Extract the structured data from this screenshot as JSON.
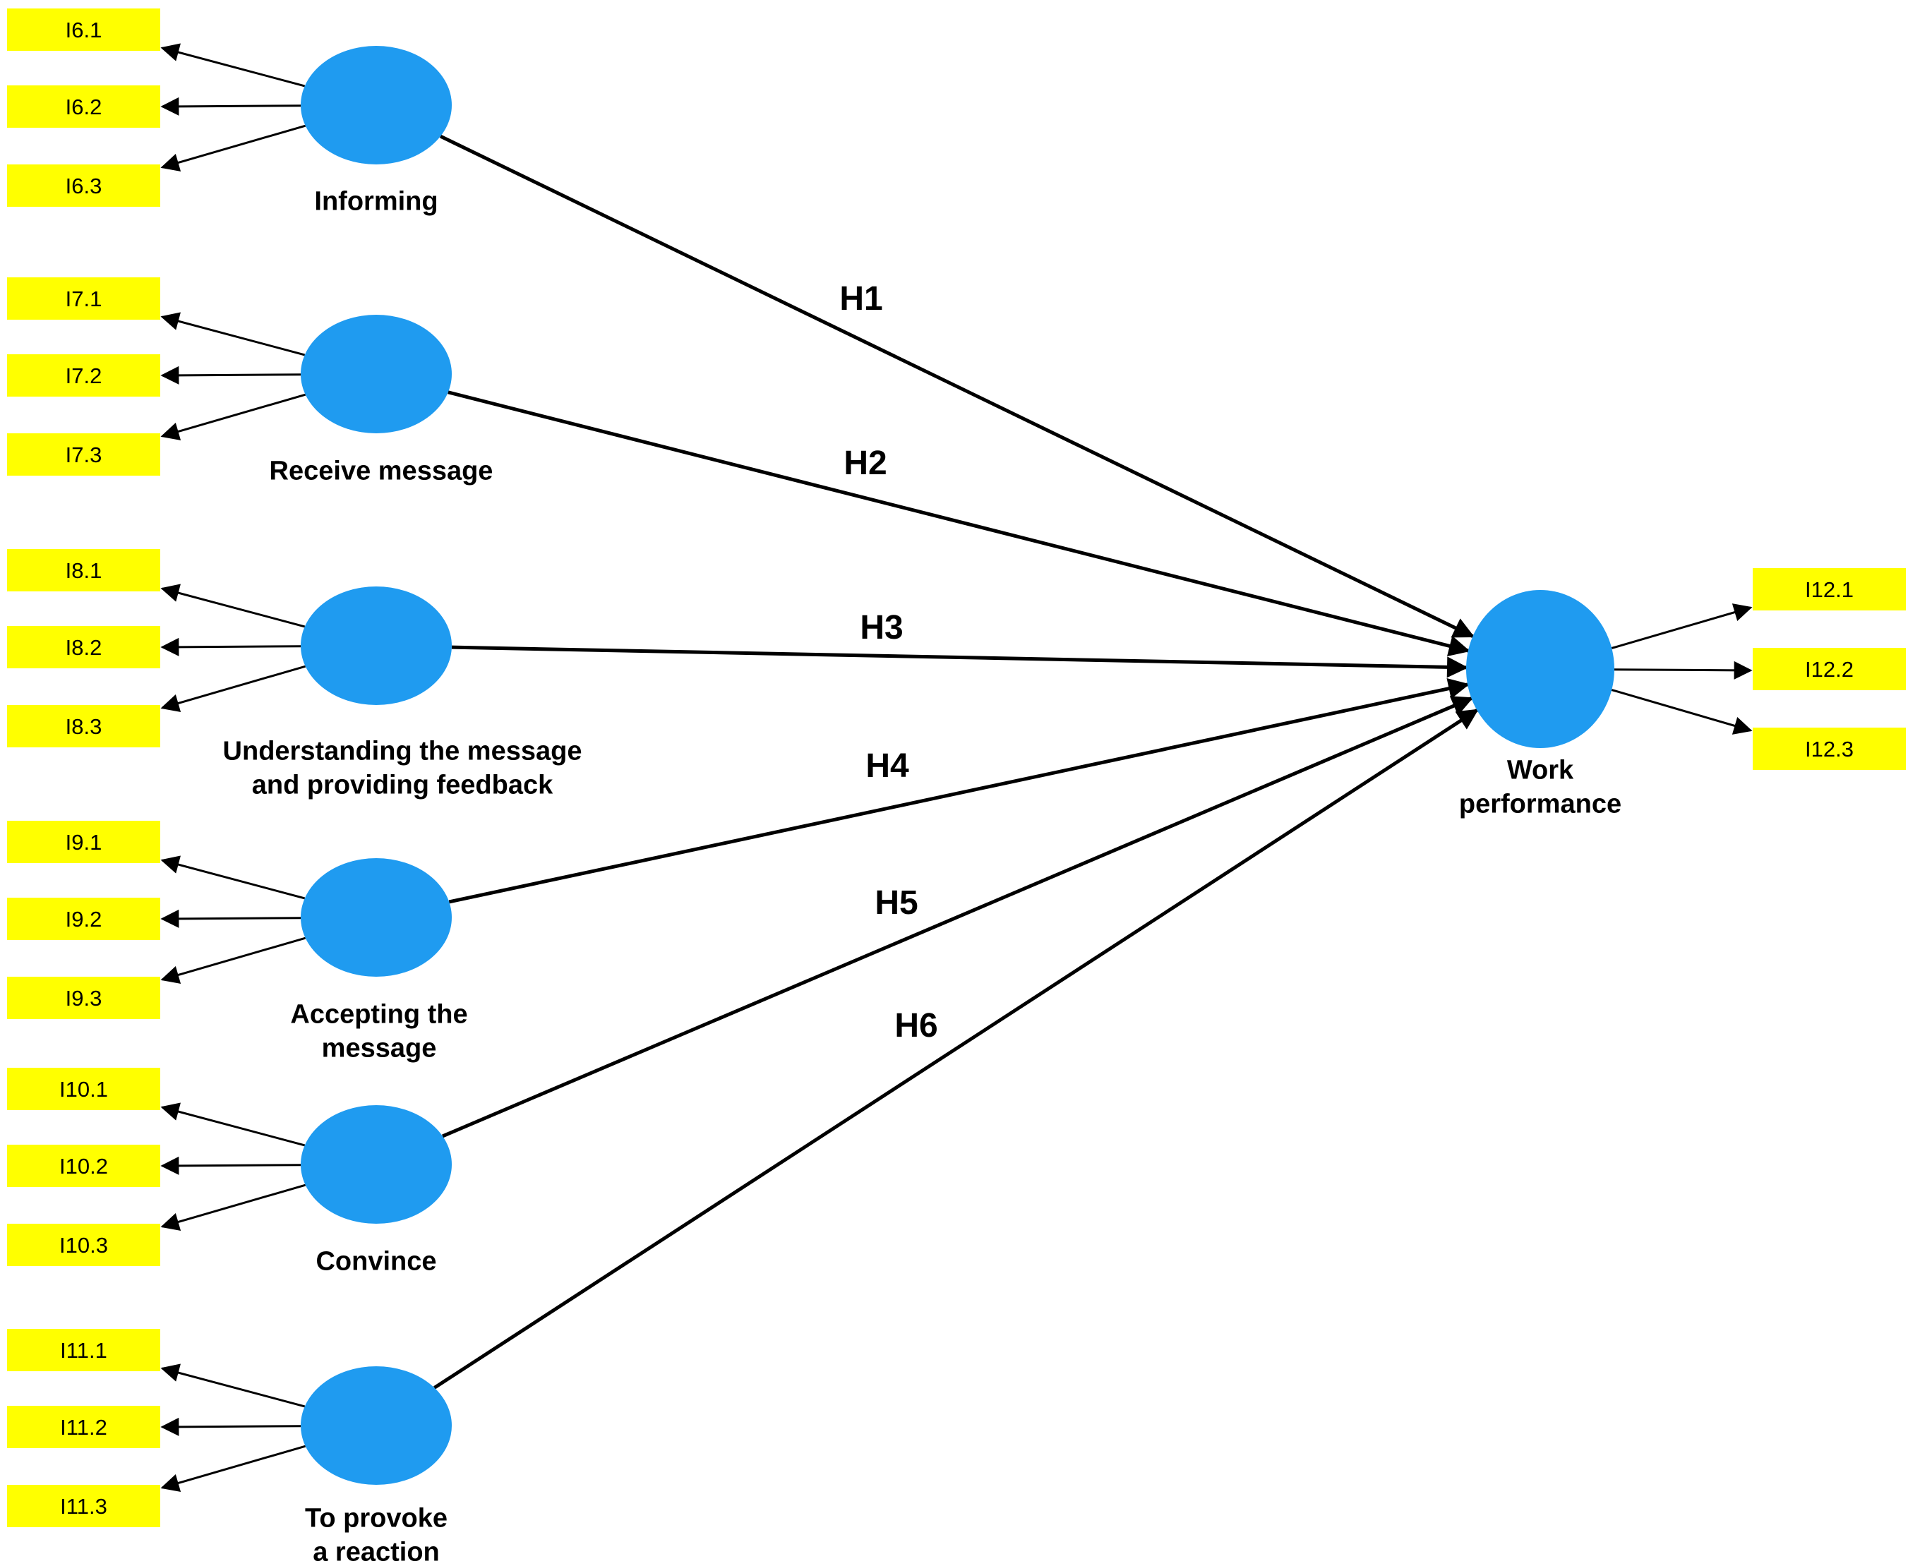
{
  "diagram_type": "structural-equation-path-model",
  "colors": {
    "background": "#ffffff",
    "indicator_fill": "#ffff00",
    "construct_fill": "#1f9bf0",
    "arrow": "#000000",
    "text": "#000000"
  },
  "constructs": [
    {
      "name": "Informing",
      "label_lines": [
        "Informing"
      ],
      "indicators": [
        "I6.1",
        "I6.2",
        "I6.3"
      ]
    },
    {
      "name": "Receive message",
      "label_lines": [
        "Receive message"
      ],
      "indicators": [
        "I7.1",
        "I7.2",
        "I7.3"
      ]
    },
    {
      "name": "Understanding the message and providing feedback",
      "label_lines": [
        "Understanding the message",
        "and providing feedback"
      ],
      "indicators": [
        "I8.1",
        "I8.2",
        "I8.3"
      ]
    },
    {
      "name": "Accepting the message",
      "label_lines": [
        "Accepting the",
        "message"
      ],
      "indicators": [
        "I9.1",
        "I9.2",
        "I9.3"
      ]
    },
    {
      "name": "Convince",
      "label_lines": [
        "Convince"
      ],
      "indicators": [
        "I10.1",
        "I10.2",
        "I10.3"
      ]
    },
    {
      "name": "To provoke a reaction",
      "label_lines": [
        "To provoke",
        "a reaction"
      ],
      "indicators": [
        "I11.1",
        "I11.2",
        "I11.3"
      ]
    }
  ],
  "outcome": {
    "name": "Work performance",
    "label_lines": [
      "Work",
      "performance"
    ],
    "indicators": [
      "I12.1",
      "I12.2",
      "I12.3"
    ]
  },
  "paths": [
    {
      "from": "Informing",
      "to": "Work performance",
      "label": "H1"
    },
    {
      "from": "Receive message",
      "to": "Work performance",
      "label": "H2"
    },
    {
      "from": "Understanding the message and providing feedback",
      "to": "Work performance",
      "label": "H3"
    },
    {
      "from": "Accepting the message",
      "to": "Work performance",
      "label": "H4"
    },
    {
      "from": "Convince",
      "to": "Work performance",
      "label": "H5"
    },
    {
      "from": "To provoke a reaction",
      "to": "Work performance",
      "label": "H6"
    }
  ]
}
